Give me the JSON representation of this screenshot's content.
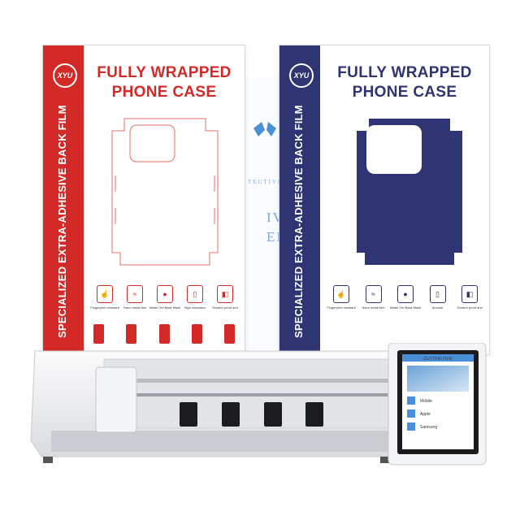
{
  "cards": {
    "left": {
      "logo": "XYU",
      "title_line1": "FULLY WRAPPED",
      "title_line2": "PHONE CASE",
      "side_text": "SPECIALIZED EXTRA-ADHESIVE BACK FILM",
      "features": [
        "Fingerprint resistant",
        "Nano metal feel",
        "Water Gel Back Mask",
        "High resolution",
        "Scratch proof and"
      ],
      "accent": "#d42a27"
    },
    "right": {
      "logo": "XYU",
      "title_line1": "FULLY WRAPPED",
      "title_line2": "PHONE CASE",
      "side_text": "SPECIALIZED EXTRA-ADHESIVE BACK FILM",
      "features": [
        "Fingerprint resistant",
        "Nano metal feel",
        "Water Gel Back Mask",
        "Anomal",
        "Scratch proof and"
      ],
      "accent": "#2e3572"
    },
    "middle": {
      "line1": "TECTIVE F",
      "line2": "IVER",
      "line3": "ED SC"
    }
  },
  "machine": {
    "color_body": "#eef0f2",
    "screen": {
      "header": "CUTTING FILM",
      "items": [
        "Mobile",
        "Apple",
        "Samsung"
      ]
    }
  }
}
